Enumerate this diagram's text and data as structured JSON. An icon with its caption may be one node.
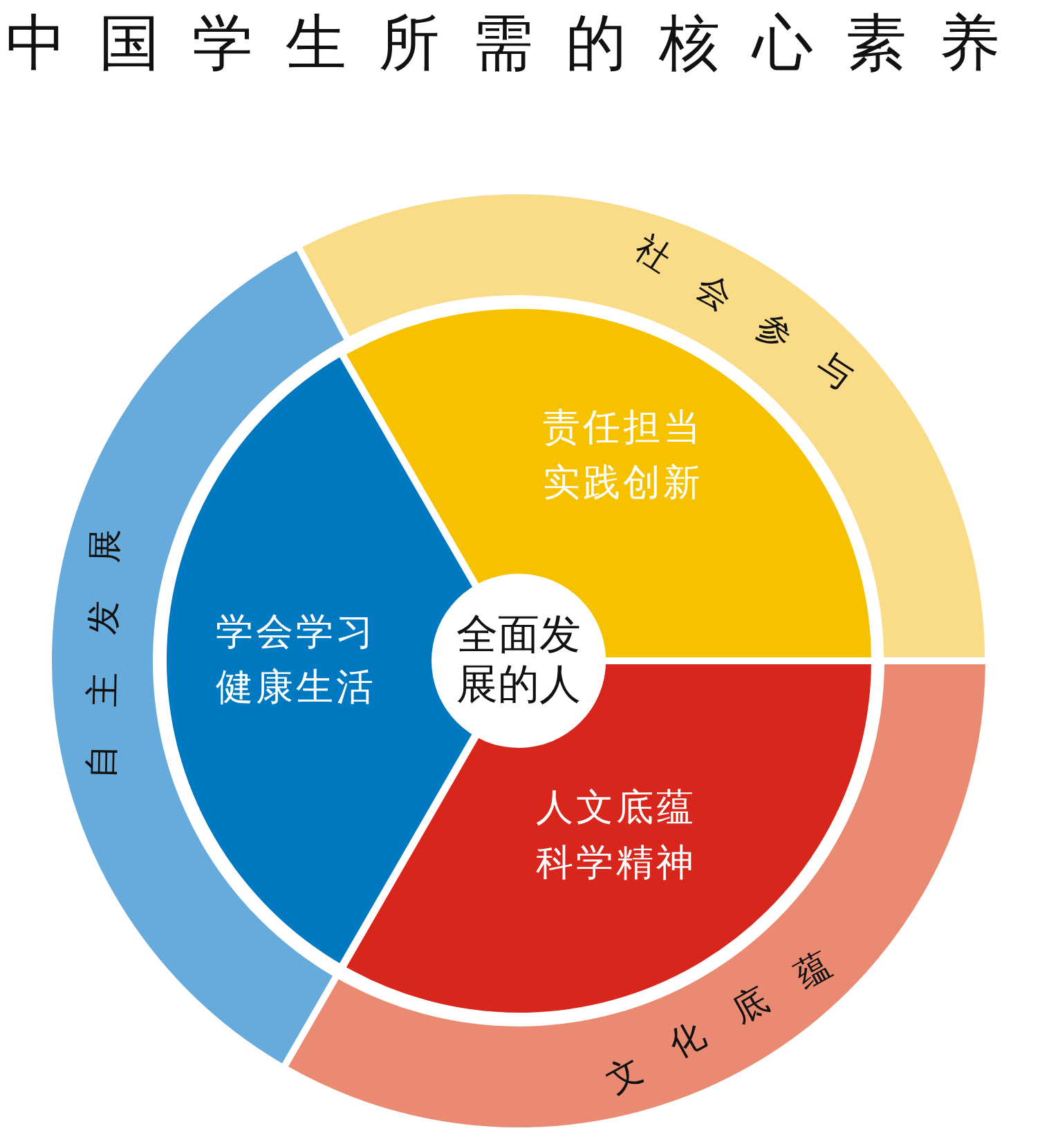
{
  "diagram": {
    "title": "中国学生所需的核心素养",
    "nodes": [
      {
        "text": [
          "社会参与"
        ]
      },
      {
        "text": [
          "自主发展"
        ]
      },
      {
        "text": [
          "责任担当",
          "实践创新"
        ]
      },
      {
        "text": [
          "学会学习",
          "健康生活"
        ]
      },
      {
        "text": [
          "全面发展的人"
        ]
      },
      {
        "text": [
          "人文底蕴",
          "科学精神"
        ]
      },
      {
        "text": [
          "文化底蕴"
        ]
      }
    ]
  }
}
